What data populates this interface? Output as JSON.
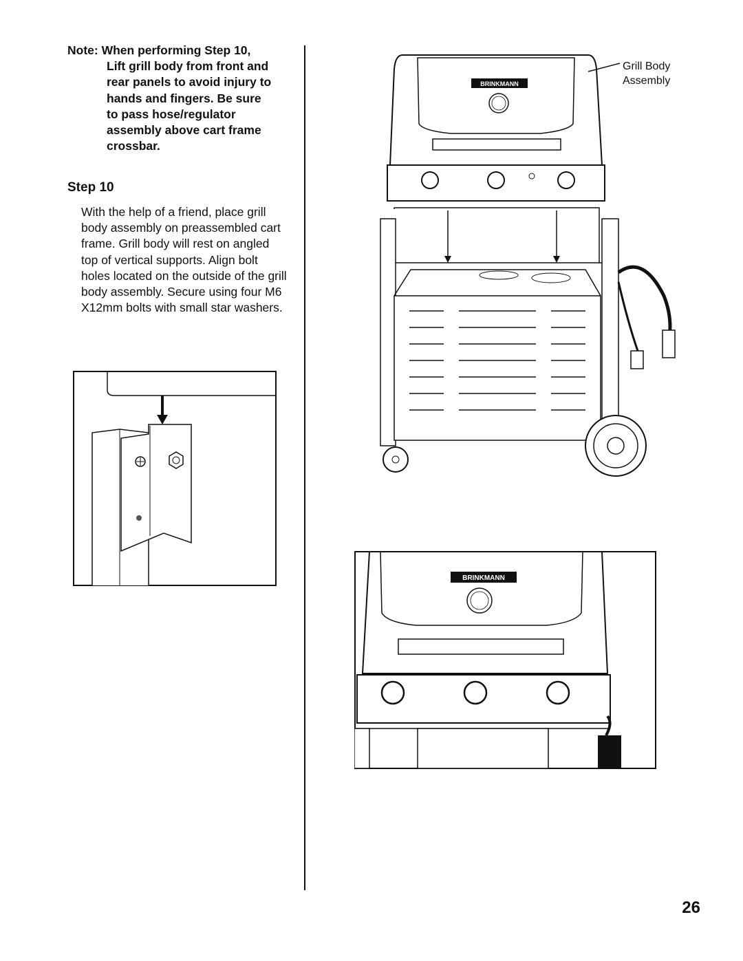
{
  "note": {
    "prefix": "Note: When performing Step 10,",
    "lines": [
      "Lift grill body from front and",
      "rear panels to avoid injury to",
      "hands and fingers. Be sure",
      "to pass hose/regulator",
      "assembly above cart frame",
      "crossbar."
    ]
  },
  "step": {
    "title": "Step 10",
    "body": "With the help of a friend, place grill body assembly on preassembled cart frame. Grill body will rest on angled top of vertical supports. Align bolt holes located on the outside of the grill body assembly. Secure using four M6 X12mm bolts with small star washers."
  },
  "callout": {
    "line1": "Grill Body",
    "line2": "Assembly"
  },
  "brand": "BRINKMANN",
  "page_number": "26"
}
